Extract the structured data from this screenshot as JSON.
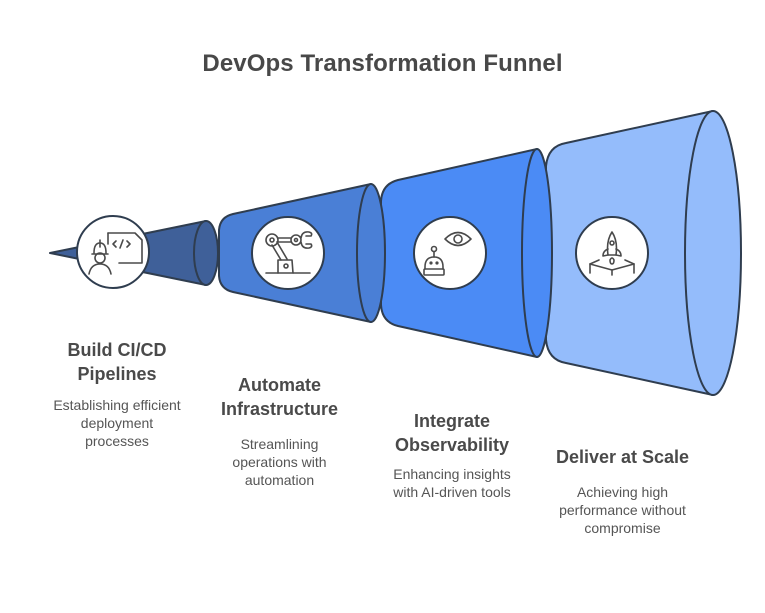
{
  "title": "DevOps Transformation Funnel",
  "colors": {
    "stroke": "#2f3d4f",
    "icon_stroke": "#4a4a4a",
    "stage1": "#3f6099",
    "stage2": "#4a7fd6",
    "stage3": "#4b8bf5",
    "stage4": "#94bcfb",
    "text": "#4a4a4a"
  },
  "stages": [
    {
      "title": "Build CI/CD Pipelines",
      "title_lines": [
        "Build CI/CD",
        "Pipelines"
      ],
      "description": "Establishing efficient deployment processes",
      "desc_lines": [
        "Establishing efficient",
        "deployment",
        "processes"
      ],
      "icon": "engineer-code-icon"
    },
    {
      "title": "Automate Infrastructure",
      "title_lines": [
        "Automate",
        "Infrastructure"
      ],
      "description": "Streamlining operations with automation",
      "desc_lines": [
        "Streamlining",
        "operations with",
        "automation"
      ],
      "icon": "robotic-arm-icon"
    },
    {
      "title": "Integrate Observability",
      "title_lines": [
        "Integrate",
        "Observability"
      ],
      "description": "Enhancing insights with AI-driven tools",
      "desc_lines": [
        "Enhancing insights",
        "with AI-driven tools"
      ],
      "icon": "robot-eye-icon"
    },
    {
      "title": "Deliver at Scale",
      "title_lines": [
        "Deliver at Scale"
      ],
      "description": "Achieving high performance without compromise",
      "desc_lines": [
        "Achieving high",
        "performance without",
        "compromise"
      ],
      "icon": "rocket-launch-icon"
    }
  ]
}
